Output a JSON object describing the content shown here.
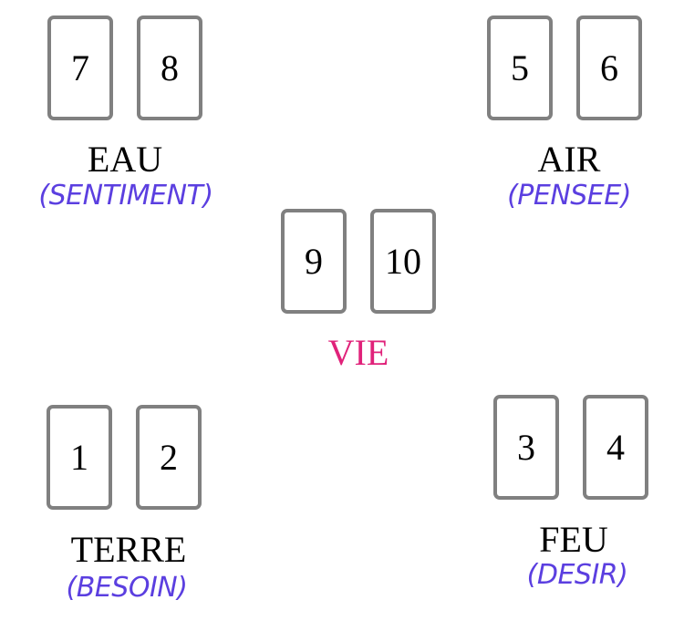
{
  "groups": {
    "eau": {
      "card_left": "7",
      "card_right": "8",
      "element": "EAU",
      "meaning": "(SENTIMENT)"
    },
    "air": {
      "card_left": "5",
      "card_right": "6",
      "element": "AIR",
      "meaning": "(PENSEE)"
    },
    "vie": {
      "card_left": "9",
      "card_right": "10",
      "element": "VIE"
    },
    "terre": {
      "card_left": "1",
      "card_right": "2",
      "element": "TERRE",
      "meaning": "(BESOIN)"
    },
    "feu": {
      "card_left": "3",
      "card_right": "4",
      "element": "FEU",
      "meaning": "(DESIR)"
    }
  },
  "colors": {
    "card_border": "#808080",
    "meaning_text": "#5b3fe0",
    "vie_text": "#e0227a"
  }
}
